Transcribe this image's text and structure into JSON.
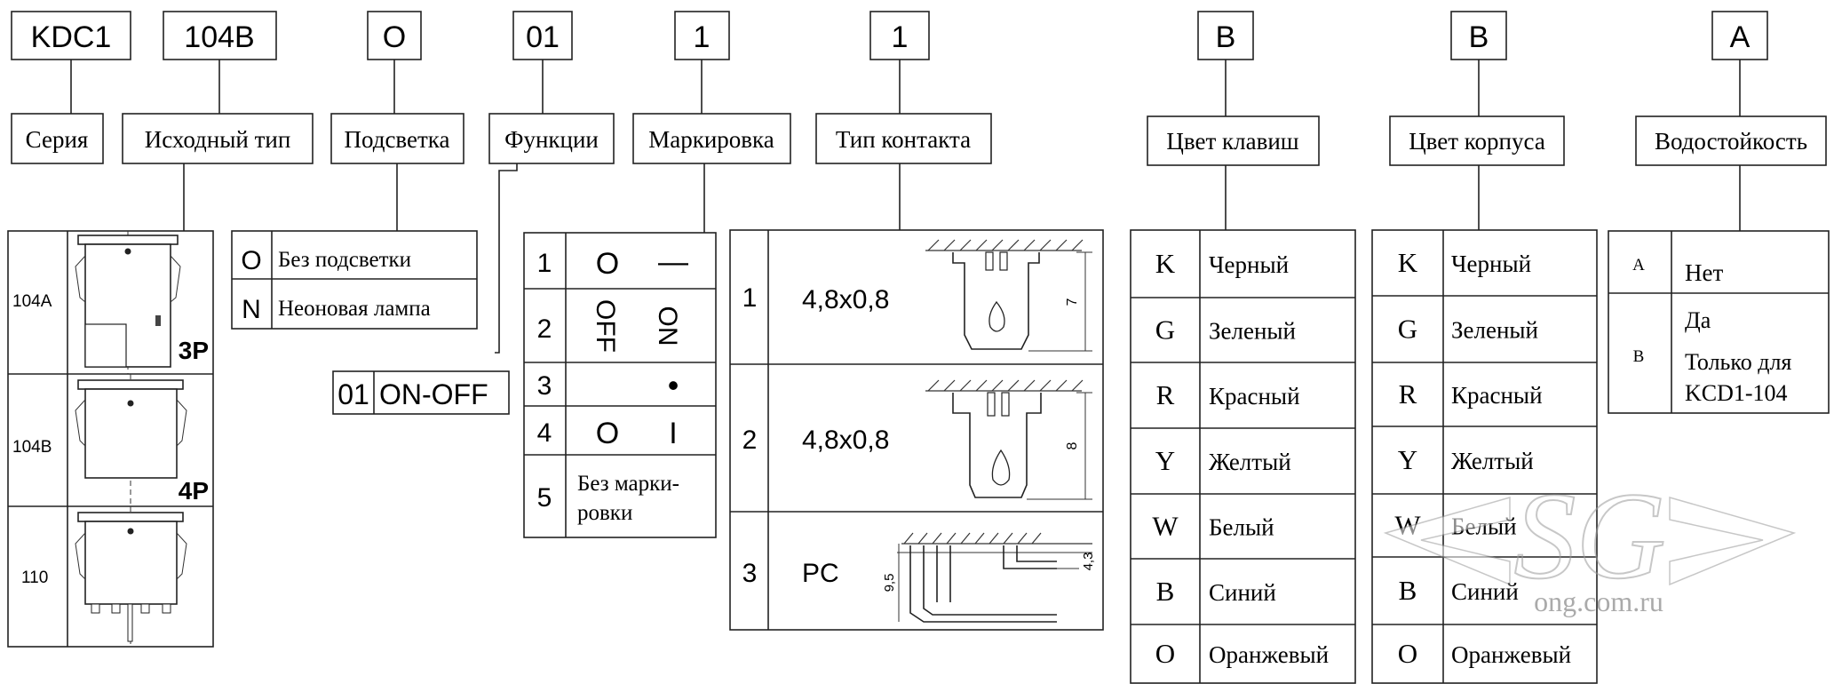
{
  "code": [
    "KDC1",
    "104B",
    "O",
    "01",
    "1",
    "1",
    "B",
    "B",
    "A"
  ],
  "headers": [
    "Серия",
    "Исходный тип",
    "Подсветка",
    "Функции",
    "Маркировка",
    "Тип контакта",
    "Цвет клавиш",
    "Цвет корпуса",
    "Водостойкость"
  ],
  "types": [
    {
      "label": "104A",
      "pins": "3P"
    },
    {
      "label": "104B",
      "pins": "4P"
    },
    {
      "label": "110",
      "pins": ""
    }
  ],
  "backlight": [
    {
      "code": "O",
      "desc": "Без подсветки"
    },
    {
      "code": "N",
      "desc": "Неоновая лампа"
    }
  ],
  "functions": [
    {
      "code": "01",
      "desc": "ON-OFF"
    }
  ],
  "marking": [
    {
      "num": "1",
      "left": "O",
      "right": "—"
    },
    {
      "num": "2",
      "left": "OFF",
      "right": "ON"
    },
    {
      "num": "3",
      "left": "",
      "right": "•"
    },
    {
      "num": "4",
      "left": "O",
      "right": "I"
    },
    {
      "num": "5",
      "text1": "Без марки-",
      "text2": "ровки"
    }
  ],
  "contact": [
    {
      "num": "1",
      "size": "4,8x0,8",
      "dim": "7"
    },
    {
      "num": "2",
      "size": "4,8x0,8",
      "dim": "8"
    },
    {
      "num": "3",
      "size": "PC",
      "dim_a": "9,5",
      "dim_b": "4,3"
    }
  ],
  "key_color": [
    {
      "code": "K",
      "name": "Черный"
    },
    {
      "code": "G",
      "name": "Зеленый"
    },
    {
      "code": "R",
      "name": "Красный"
    },
    {
      "code": "Y",
      "name": "Желтый"
    },
    {
      "code": "W",
      "name": "Белый"
    },
    {
      "code": "B",
      "name": "Синий"
    },
    {
      "code": "O",
      "name": "Оранжевый"
    }
  ],
  "body_color": [
    {
      "code": "K",
      "name": "Черный"
    },
    {
      "code": "G",
      "name": "Зеленый"
    },
    {
      "code": "R",
      "name": "Красный"
    },
    {
      "code": "Y",
      "name": "Желтый"
    },
    {
      "code": "W",
      "name": "Белый"
    },
    {
      "code": "B",
      "name": "Синий"
    },
    {
      "code": "O",
      "name": "Оранжевый"
    }
  ],
  "waterproof": [
    {
      "code": "A",
      "desc": "Нет"
    },
    {
      "code": "B",
      "desc1": "Да",
      "desc2": "Только для",
      "desc3": "KCD1-104"
    }
  ],
  "watermark": {
    "logo": "SG",
    "site": "ong.com.ru"
  }
}
